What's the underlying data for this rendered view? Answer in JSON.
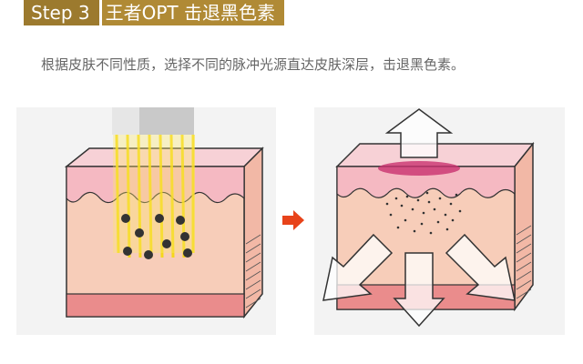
{
  "header": {
    "step_label": "Step 3",
    "title": "王者OPT  击退黑色素"
  },
  "description": "根据皮肤不同性质，选择不同的脉冲光源直达皮肤深层，击退黑色素。",
  "colors": {
    "header_step_bg": "#9c7a2e",
    "header_title_bg": "#b08a35",
    "skin_top": "#f5c7cf",
    "skin_body": "#f6c8b4",
    "skin_bottom": "#e98282",
    "light_beam": "#f5d900",
    "arrow": "#e8431a"
  },
  "illustrations": {
    "left_icon": "light-beam-skin-icon",
    "middle_icon": "orange-arrow-right-icon",
    "right_icon": "melanin-expelled-skin-icon"
  }
}
